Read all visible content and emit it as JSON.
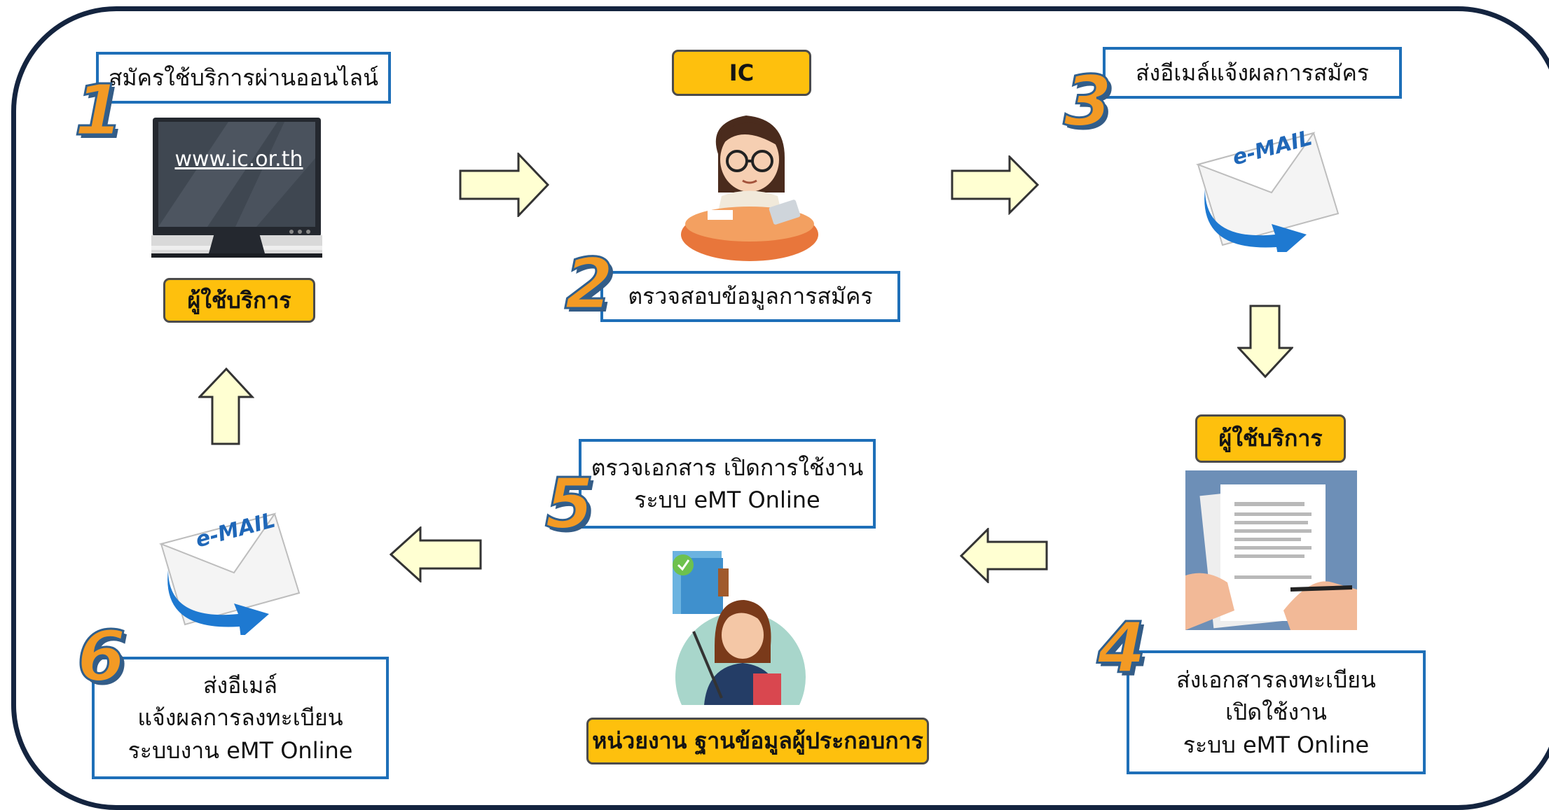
{
  "diagram": {
    "steps": [
      {
        "number": "1",
        "text": "สมัครใช้บริการผ่านออนไลน์"
      },
      {
        "number": "2",
        "text": "ตรวจสอบข้อมูลการสมัคร"
      },
      {
        "number": "3",
        "text": "ส่งอีเมล์แจ้งผลการสมัคร"
      },
      {
        "number": "4",
        "lines": [
          "ส่งเอกสารลงทะเบียน",
          "เปิดใช้งาน",
          "ระบบ eMT Online"
        ]
      },
      {
        "number": "5",
        "lines": [
          "ตรวจเอกสาร เปิดการใช้งาน",
          "ระบบ eMT Online"
        ]
      },
      {
        "number": "6",
        "lines": [
          "ส่งอีเมล์",
          "แจ้งผลการลงทะเบียน",
          "ระบบงาน eMT Online"
        ]
      }
    ],
    "labels": {
      "user_top": "ผู้ใช้บริการ",
      "ic": "IC",
      "user_right": "ผู้ใช้บริการ",
      "agency": "หน่วยงาน ฐานข้อมูลผู้ประกอบการ"
    },
    "monitor_url": "www.ic.or.th",
    "email_text": "e-MAIL",
    "colors": {
      "frame": "#14243f",
      "box_border": "#1e6fb8",
      "label_fill": "#fec00d",
      "number_fill": "#f39a24",
      "arrow_fill": "#ffffd2"
    },
    "icons": [
      "computer-monitor-icon",
      "receptionist-icon",
      "email-envelope-icon",
      "document-signing-icon",
      "document-review-icon",
      "email-envelope-icon"
    ]
  }
}
